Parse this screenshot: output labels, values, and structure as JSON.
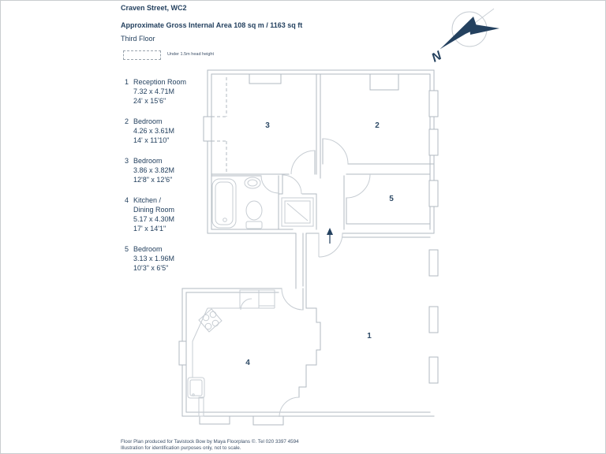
{
  "header": {
    "title": "Craven Street, WC2",
    "area": "Approximate Gross Internal Area 108 sq m  /  1163 sq ft",
    "floor": "Third Floor"
  },
  "key": {
    "label": "Under 1.5m head height"
  },
  "legend": {
    "items": [
      {
        "num": "1",
        "name": "Reception Room",
        "name2": "",
        "metric": "7.32 x 4.71M",
        "imperial": "24' x 15'6\""
      },
      {
        "num": "2",
        "name": "Bedroom",
        "name2": "",
        "metric": "4.26 x 3.61M",
        "imperial": "14' x 11'10\""
      },
      {
        "num": "3",
        "name": "Bedroom",
        "name2": "",
        "metric": "3.86 x 3.82M",
        "imperial": "12'8\" x 12'6\""
      },
      {
        "num": "4",
        "name": "Kitchen /",
        "name2": "Dining Room",
        "metric": "5.17 x 4.30M",
        "imperial": "17' x 14'1\""
      },
      {
        "num": "5",
        "name": "Bedroom",
        "name2": "",
        "metric": "3.13 x 1.96M",
        "imperial": "10'3\" x 6'5\""
      }
    ]
  },
  "plan": {
    "labels": {
      "r1": "1",
      "r2": "2",
      "r3": "3",
      "r4": "4",
      "r5": "5"
    }
  },
  "compass": {
    "north_label": "N"
  },
  "footer": {
    "line1": "Floor Plan produced for Tavistock Bow  by Maya Floorplans  ©.  Tel 020 3397 4594",
    "line2": "Illustration for identification purposes only, not to scale."
  },
  "colors": {
    "ink": "#24415f",
    "wall": "#b2bac2",
    "fixture": "#c7cdd3"
  }
}
